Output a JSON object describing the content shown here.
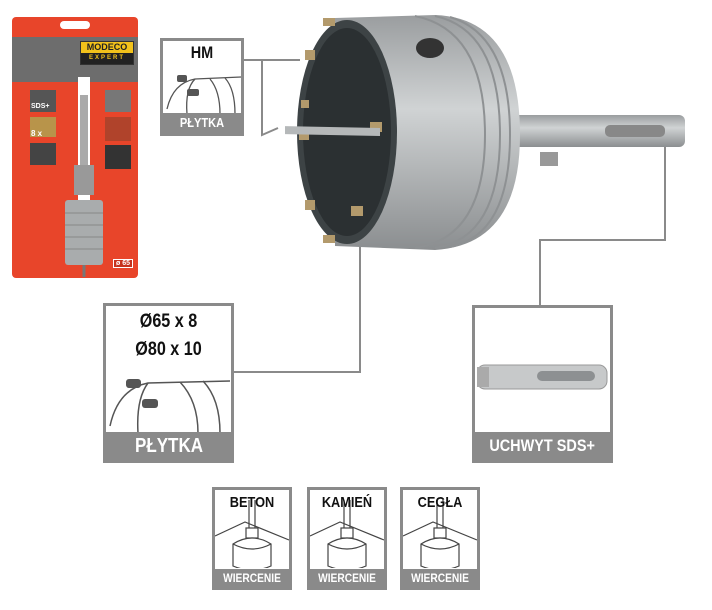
{
  "package": {
    "brand": "MODECO",
    "brand_sub": "EXPERT",
    "labels": [
      "SDS+",
      "8 x"
    ],
    "size_badge": "ø 65"
  },
  "callouts": {
    "hm": {
      "title": "HM",
      "footer": "PŁYTKA"
    },
    "sizes": {
      "line1": "Ø65 x 8",
      "line2": "Ø80 x 10",
      "footer": "PŁYTKA"
    },
    "shank": {
      "footer": "UCHWYT SDS+"
    }
  },
  "materials": [
    {
      "title": "BETON",
      "footer": "WIERCENIE"
    },
    {
      "title": "KAMIEŃ",
      "footer": "WIERCENIE"
    },
    {
      "title": "CEGŁA",
      "footer": "WIERCENIE"
    }
  ],
  "colors": {
    "package_red": "#e8452a",
    "callout_gray": "#8a8a8a",
    "steel": "#b9bcbd",
    "brand_yellow": "#f2c21b"
  }
}
